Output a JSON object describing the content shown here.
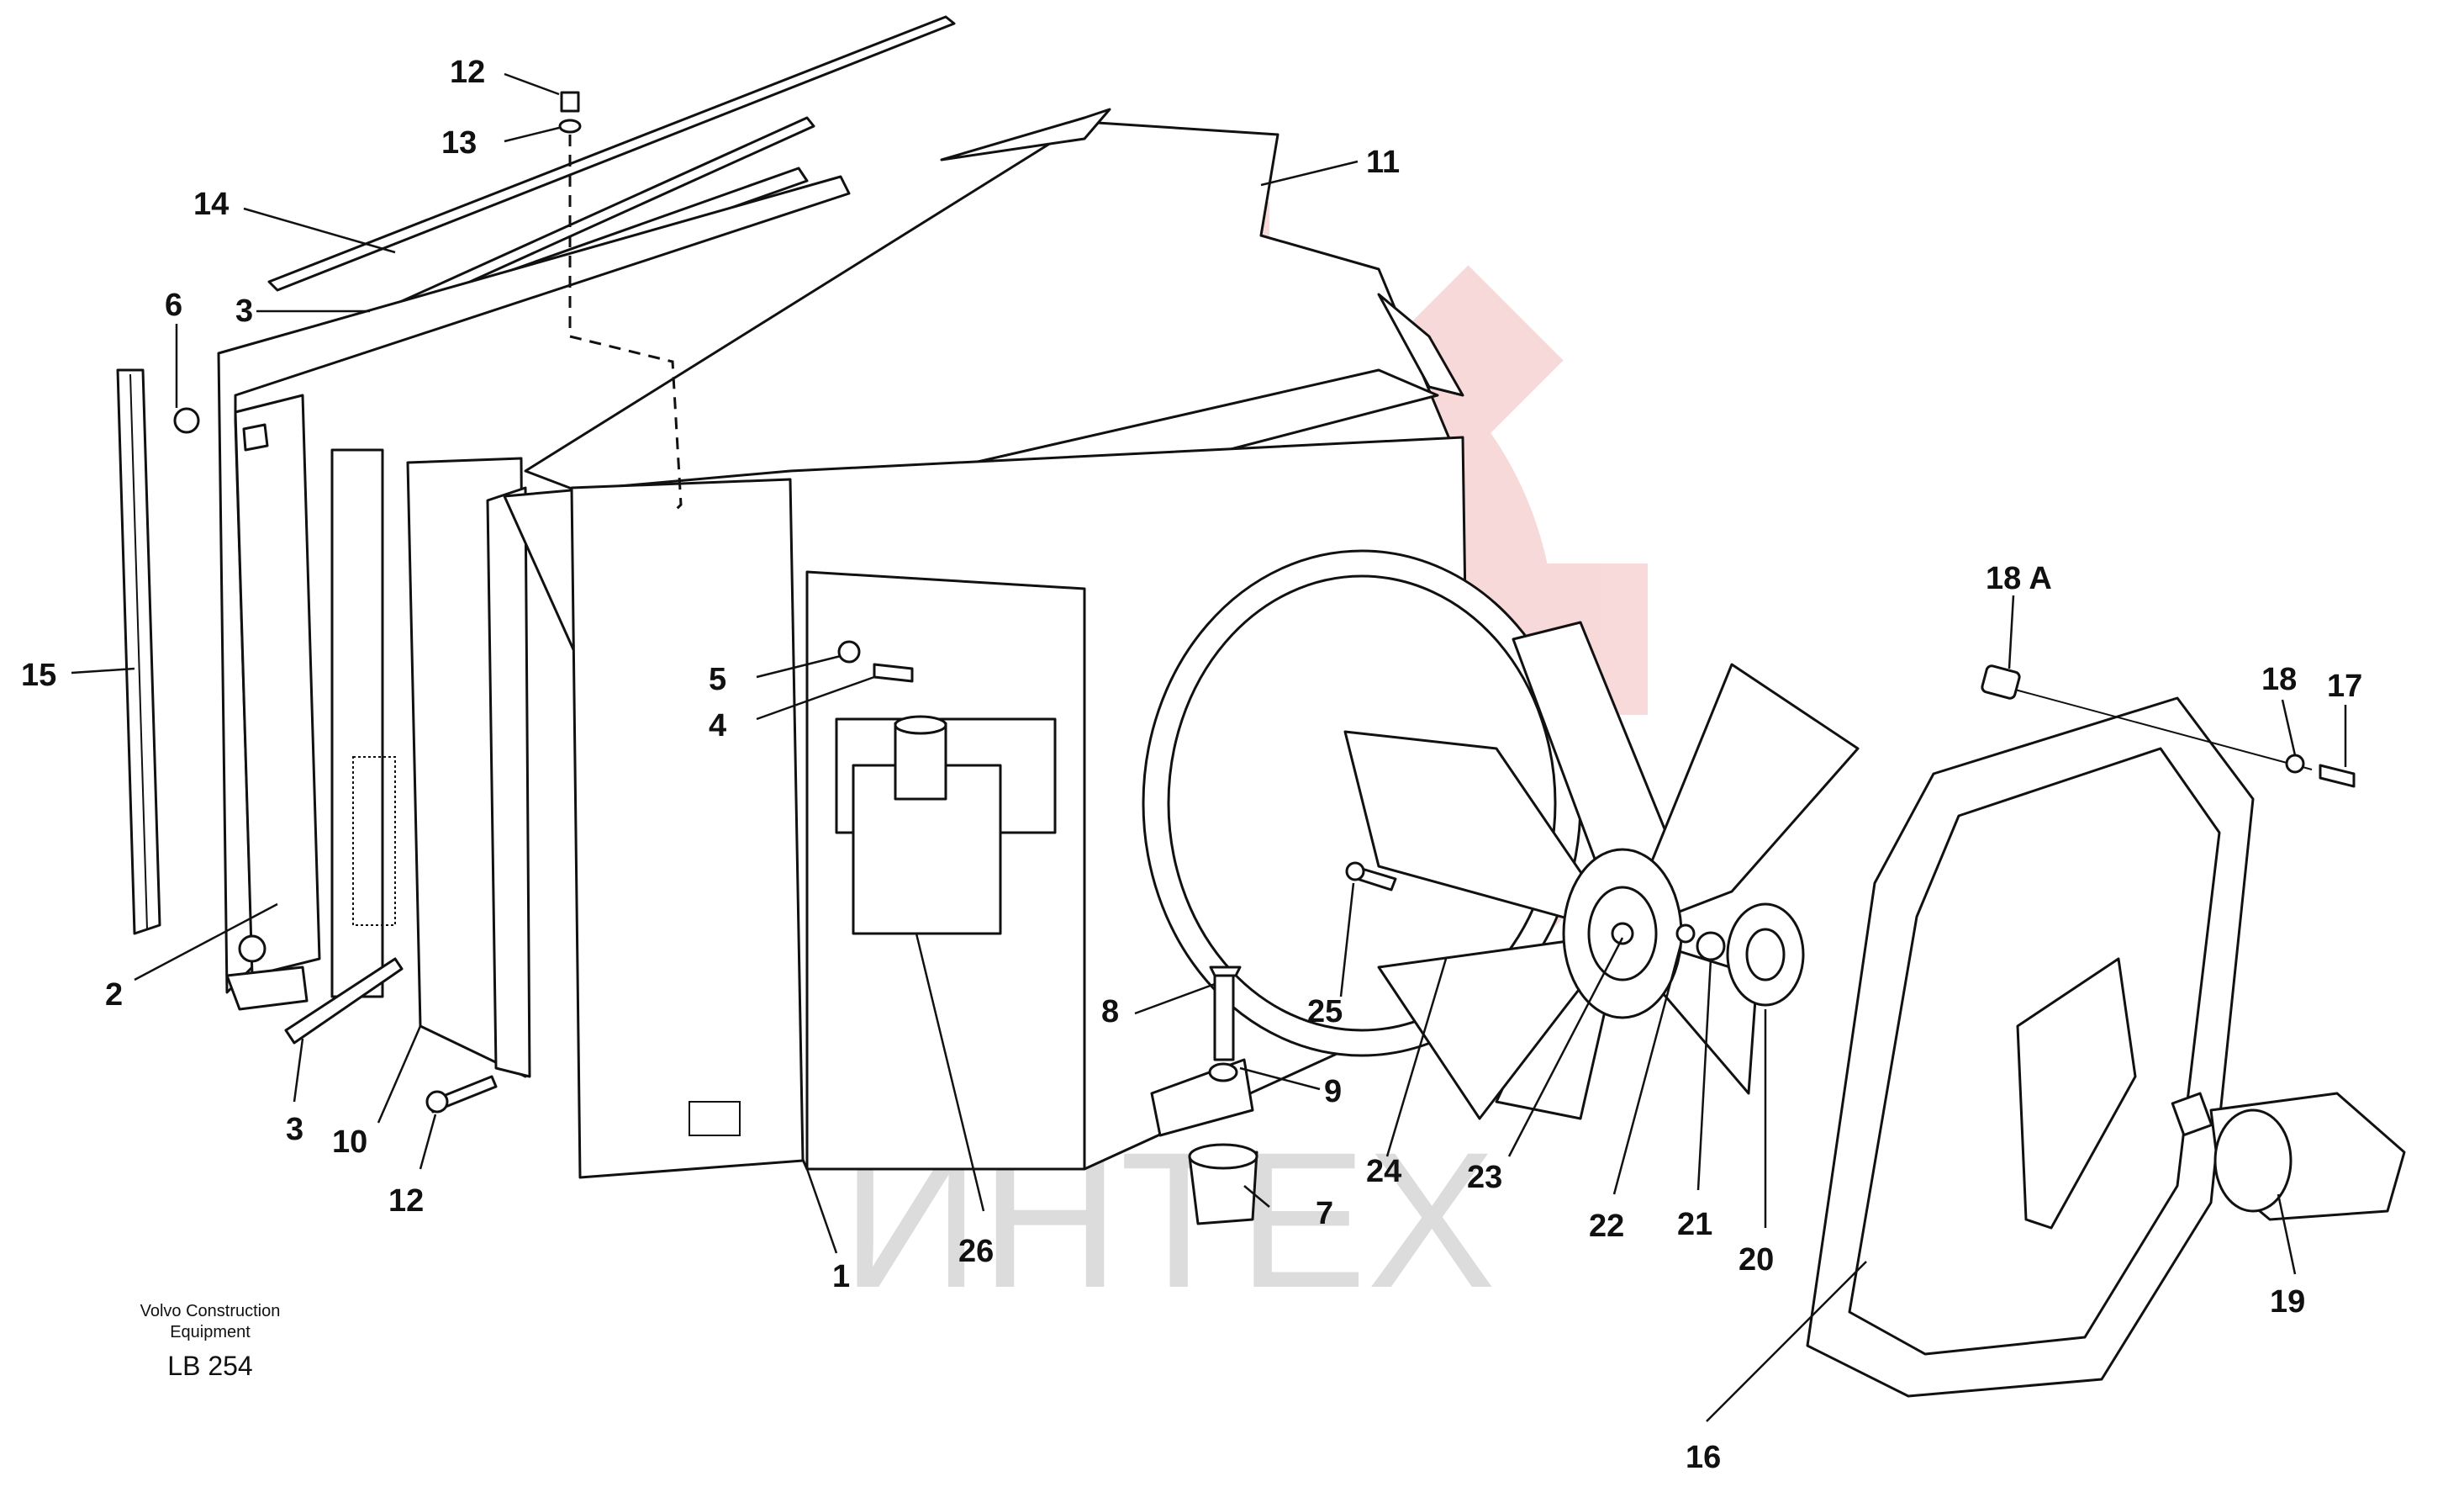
{
  "callouts": {
    "c12_top": "12",
    "c13": "13",
    "c14": "14",
    "c6": "6",
    "c3_top": "3",
    "c11": "11",
    "c15": "15",
    "c5": "5",
    "c4": "4",
    "c18a": "18 A",
    "c18": "18",
    "c17": "17",
    "c2": "2",
    "c8": "8",
    "c25": "25",
    "c9": "9",
    "c3_bottom": "3",
    "c10": "10",
    "c12_bottom": "12",
    "c24": "24",
    "c23": "23",
    "c22": "22",
    "c21": "21",
    "c20": "20",
    "c19": "19",
    "c7": "7",
    "c1": "1",
    "c26": "26",
    "c16": "16"
  },
  "footer": {
    "maker_line1": "Volvo Construction",
    "maker_line2": "Equipment",
    "code": "LB 254"
  },
  "watermark": {
    "text": "ИНТЕХ",
    "logo_color": "#f6c9c9",
    "text_color": "#dcdcdc"
  }
}
